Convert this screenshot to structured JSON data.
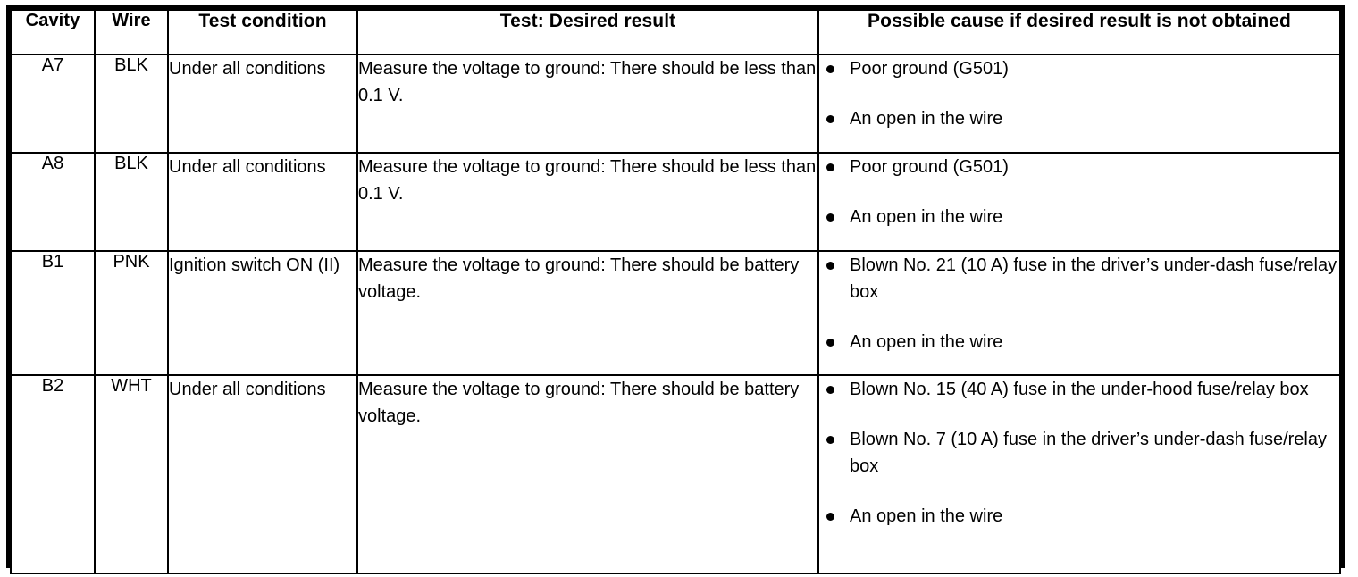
{
  "table": {
    "columns": [
      {
        "key": "cavity",
        "label": "Cavity"
      },
      {
        "key": "wire",
        "label": "Wire"
      },
      {
        "key": "condition",
        "label": "Test condition"
      },
      {
        "key": "test",
        "label": "Test: Desired result"
      },
      {
        "key": "cause",
        "label": "Possible cause if desired result is not obtained"
      }
    ],
    "rows": [
      {
        "cavity": "A7",
        "wire": "BLK",
        "condition": "Under all conditions",
        "test": "Measure the voltage to ground: There should be less than 0.1 V.",
        "causes": [
          "Poor ground (G501)",
          "An open in the wire"
        ]
      },
      {
        "cavity": "A8",
        "wire": "BLK",
        "condition": "Under all conditions",
        "test": "Measure the voltage to ground: There should be less than 0.1 V.",
        "causes": [
          "Poor ground (G501)",
          "An open in the wire"
        ]
      },
      {
        "cavity": "B1",
        "wire": "PNK",
        "condition": "Ignition switch ON (II)",
        "test": "Measure the voltage to ground: There should be battery voltage.",
        "causes": [
          "Blown No. 21 (10 A) fuse in the driver’s under-dash fuse/relay box",
          "An open in the wire"
        ]
      },
      {
        "cavity": "B2",
        "wire": "WHT",
        "condition": "Under all conditions",
        "test": "Measure the voltage to ground: There should be battery voltage.",
        "causes": [
          "Blown No. 15 (40 A) fuse in the under-hood fuse/relay box",
          "Blown No. 7 (10 A) fuse in the driver’s under-dash fuse/relay box",
          "An open in the wire"
        ]
      }
    ]
  },
  "style": {
    "border_color": "#000000",
    "text_color": "#000000",
    "background": "#ffffff"
  }
}
